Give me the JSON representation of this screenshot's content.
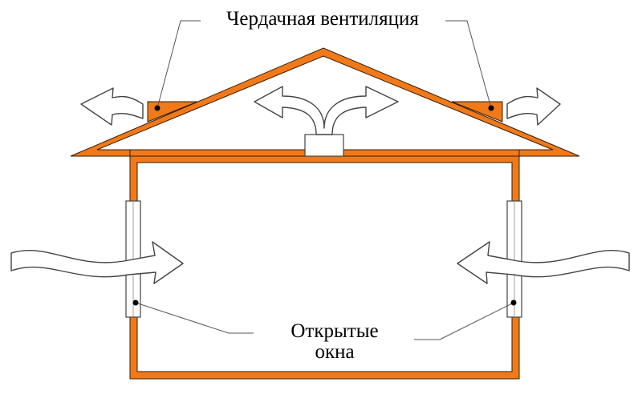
{
  "labels": {
    "attic_ventilation": "Чердачная вентиляция",
    "open_windows_line1": "Открытые",
    "open_windows_line2": "окна"
  },
  "colors": {
    "house_outline": "#f07a1a",
    "outline_dark": "#3a1a00",
    "arrow_stroke": "#444444",
    "arrow_fill": "#ffffff",
    "window_fill": "#ffffff",
    "leader_line": "#555555"
  }
}
